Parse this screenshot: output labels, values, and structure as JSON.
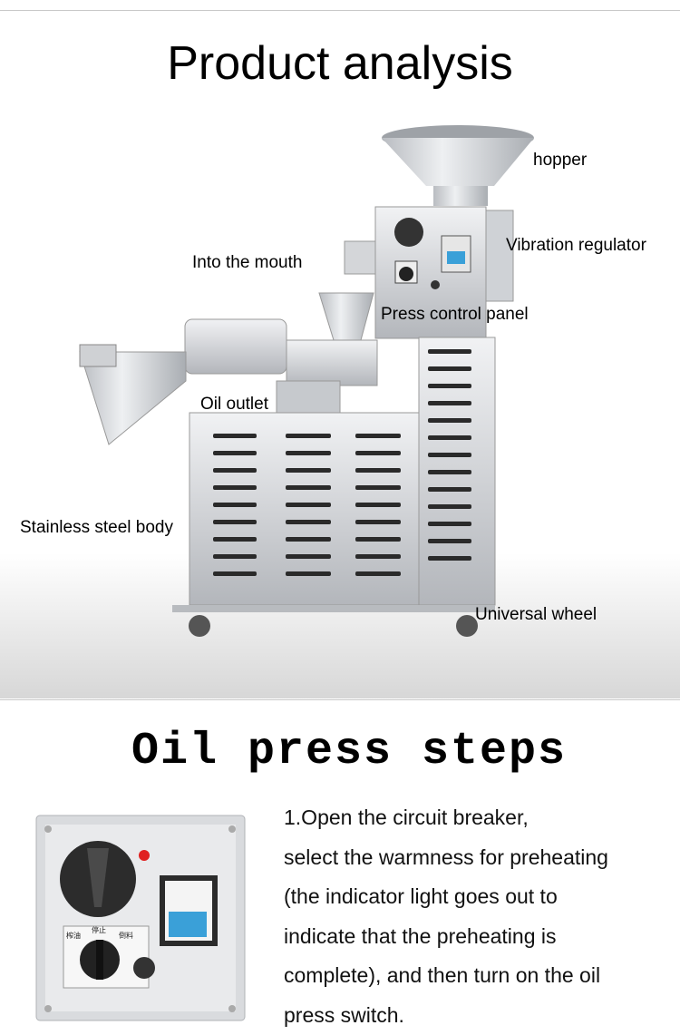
{
  "section1": {
    "title": "Product analysis",
    "labels": {
      "hopper": "hopper",
      "vibration": "Vibration regulator",
      "mouth": "Into the mouth",
      "panel": "Press control panel",
      "oil_outlet": "Oil outlet",
      "body": "Stainless steel body",
      "wheel": "Universal wheel"
    }
  },
  "section2": {
    "title": "Oil press steps",
    "step1": [
      "1.Open the circuit breaker,",
      "select the warmness for preheating",
      "(the indicator light goes out to",
      "indicate that the preheating is",
      "complete), and then turn on the oil",
      "press switch."
    ],
    "panel_marks": [
      "榨油",
      "停止",
      "倒料"
    ]
  },
  "colors": {
    "steel": "#c9ccd0",
    "steel_dark": "#8f9398",
    "vent": "#2a2a2a",
    "breaker_blue": "#3aa0d8",
    "indicator_red": "#e02020"
  }
}
